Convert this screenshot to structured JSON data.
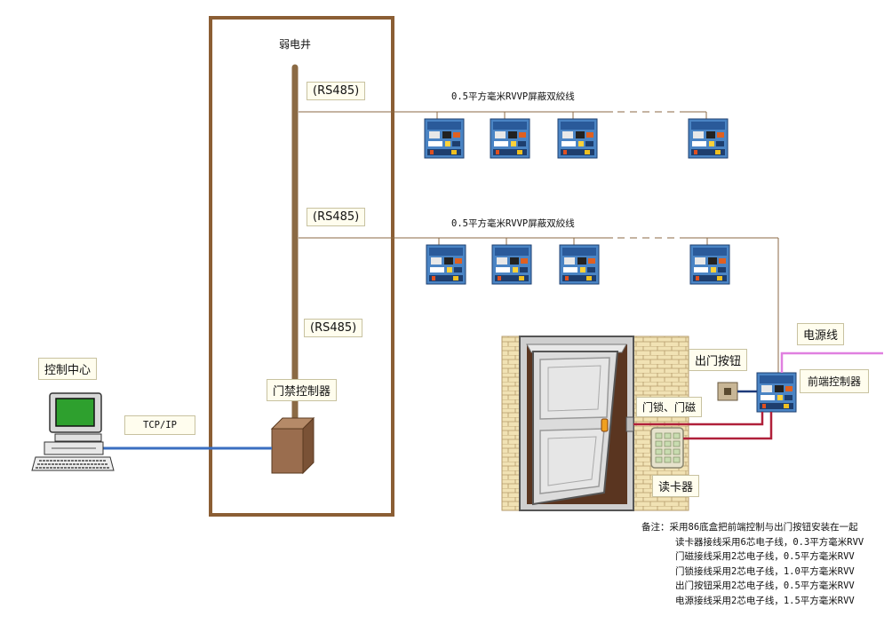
{
  "labels": {
    "shaft": "弱电井",
    "rs485_1": "(RS485)",
    "rs485_2": "(RS485)",
    "rs485_3": "(RS485)",
    "cable_1": "0.5平方毫米RVVP屏蔽双絞线",
    "cable_2": "0.5平方毫米RVVP屏蔽双絞线",
    "access_controller": "门禁控制器",
    "control_center": "控制中心",
    "tcpip": "TCP/IP",
    "exit_button": "出门按钮",
    "power_line": "电源线",
    "front_controller": "前端控制器",
    "door_lock": "门锁、门磁",
    "card_reader": "读卡器"
  },
  "notes": {
    "prefix": "备注：",
    "lines": [
      "采用86底盒把前端控制与出门按钮安装在一起",
      "读卡器接线采用6芯电子线，0.3平方毫米RVV",
      "门磁接线采用2芯电子线，0.5平方毫米RVV",
      "门锁接线采用2芯电子线，1.0平方毫米RVV",
      "出门按钮采用2芯电子线，0.5平方毫米RVV",
      "电源接线采用2芯电子线，1.5平方毫米RVV"
    ]
  },
  "colors": {
    "frame": "#8b5e34",
    "bus": "#8b6a44",
    "tcp_line": "#3a6fc0",
    "lock_wire": "#b0203a",
    "power_wire": "#e080e0"
  }
}
